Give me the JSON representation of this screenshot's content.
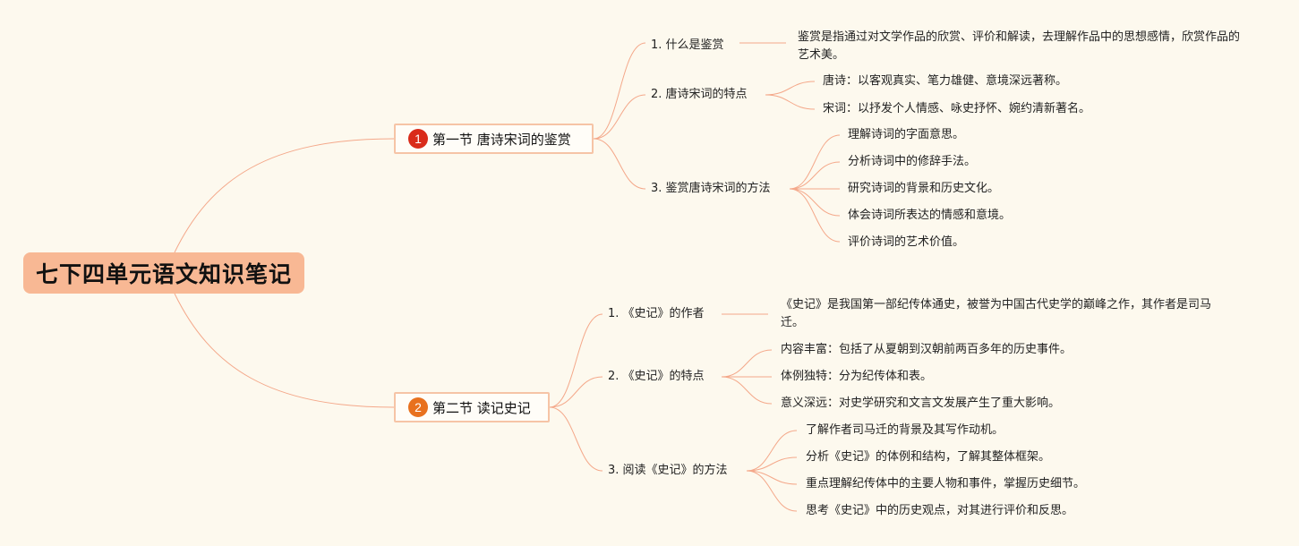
{
  "root": {
    "title": "七下四单元语文知识笔记"
  },
  "colors": {
    "line": "#f4a88a",
    "root_bg": "#f8b894",
    "badge1": "#d92b1a",
    "badge2": "#e8711e"
  },
  "sections": [
    {
      "number": "1",
      "title": "第一节 唐诗宋词的鉴赏",
      "topics": [
        {
          "label": "1. 什么是鉴赏",
          "details": [
            "鉴赏是指通过对文学作品的欣赏、评价和解读，去理解作品中的思想感情，欣赏作品的艺术美。"
          ]
        },
        {
          "label": "2. 唐诗宋词的特点",
          "details": [
            "唐诗：以客观真实、笔力雄健、意境深远著称。",
            "宋词：以抒发个人情感、咏史抒怀、婉约清新著名。"
          ]
        },
        {
          "label": "3. 鉴赏唐诗宋词的方法",
          "details": [
            "理解诗词的字面意思。",
            "分析诗词中的修辞手法。",
            "研究诗词的背景和历史文化。",
            "体会诗词所表达的情感和意境。",
            "评价诗词的艺术价值。"
          ]
        }
      ]
    },
    {
      "number": "2",
      "title": "第二节 读记史记",
      "topics": [
        {
          "label": "1. 《史记》的作者",
          "details": [
            "《史记》是我国第一部纪传体通史，被誉为中国古代史学的巅峰之作，其作者是司马迁。"
          ]
        },
        {
          "label": "2. 《史记》的特点",
          "details": [
            "内容丰富：包括了从夏朝到汉朝前两百多年的历史事件。",
            "体例独特：分为纪传体和表。",
            "意义深远：对史学研究和文言文发展产生了重大影响。"
          ]
        },
        {
          "label": "3. 阅读《史记》的方法",
          "details": [
            "了解作者司马迁的背景及其写作动机。",
            "分析《史记》的体例和结构，了解其整体框架。",
            "重点理解纪传体中的主要人物和事件，掌握历史细节。",
            "思考《史记》中的历史观点，对其进行评价和反思。"
          ]
        }
      ]
    }
  ]
}
